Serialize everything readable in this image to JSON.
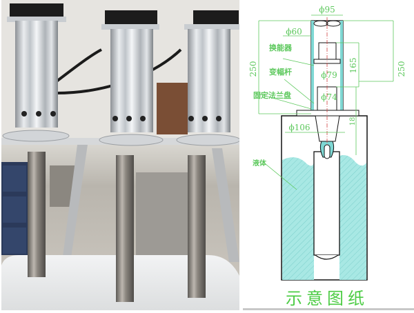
{
  "figure": {
    "left_panel": {
      "type": "photo",
      "description": "Three ultrasonic transducer units with stepped titanium horns mounted on a frame over a white tank",
      "unit_count": 3
    },
    "right_panel": {
      "type": "schematic",
      "caption": "示意图纸",
      "labels": {
        "transducer": "换能器",
        "horn": "变幅杆",
        "flange": "固定法兰盘",
        "liquid": "液体"
      },
      "dimensions": {
        "top_diameter": "ϕ95",
        "inner_diameter": "ϕ60",
        "horn_diameter_1": "ϕ79",
        "horn_diameter_2": "ϕ74",
        "flange_diameter": "ϕ106",
        "height_left": "250",
        "height_right": "250",
        "transducer_height": "165",
        "flange_offset": "18"
      },
      "colors": {
        "dimension_line": "#5cc85c",
        "outline": "#111111",
        "liquid_fill": "#a8e8e4",
        "housing_fill": "#7fd8d4",
        "centerline": "#d04040",
        "caption": "#4ccc44"
      }
    }
  }
}
